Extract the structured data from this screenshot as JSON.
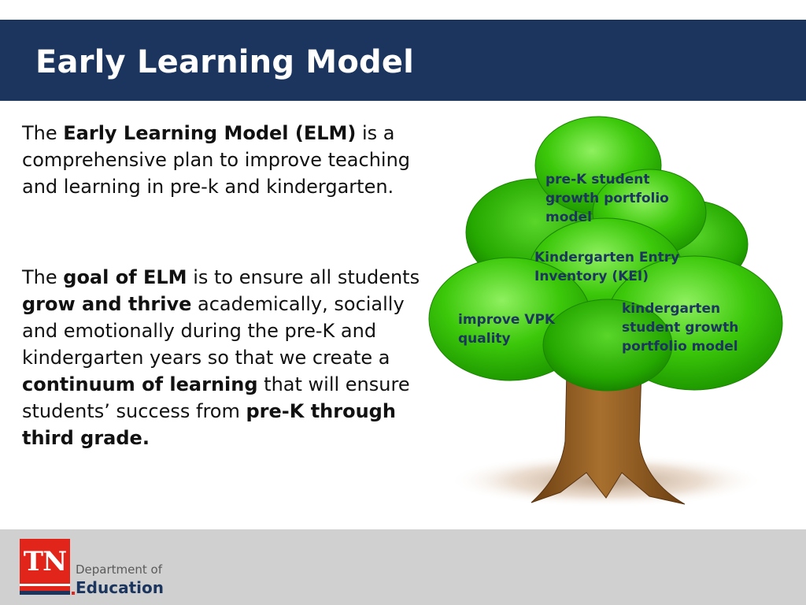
{
  "slide": {
    "title": "Early Learning Model",
    "paragraph1": {
      "pre": "The ",
      "bold1": "Early Learning Model (ELM)",
      "post": " is a comprehensive plan to improve teaching and learning in pre-k and kindergarten."
    },
    "paragraph2": {
      "t1": "The ",
      "b1": "goal of ELM",
      "t2": " is to ensure all students ",
      "b2": "grow and thrive",
      "t3": " academically, socially and emotionally during the pre-K and kindergarten years so that we create a ",
      "b3": "continuum of learning",
      "t4": " that will ensure students’ success from ",
      "b4": "pre-K through third grade."
    },
    "tree_labels": {
      "prek_portfolio": "pre-K student growth portfolio model",
      "kei": "Kindergarten Entry Inventory (KEI)",
      "vpk": "improve VPK quality",
      "kg_portfolio": "kindergarten student growth portfolio model"
    }
  },
  "footer": {
    "logo_text": "TN",
    "department": "Department of",
    "education": "Education"
  },
  "colors": {
    "header_bg": "#1c355e",
    "footer_bg": "#d0d0d0",
    "logo_red": "#e1251b",
    "foliage_green": "#3cc80a",
    "trunk_brown": "#8b5a1e",
    "label_blue": "#1c355e"
  }
}
